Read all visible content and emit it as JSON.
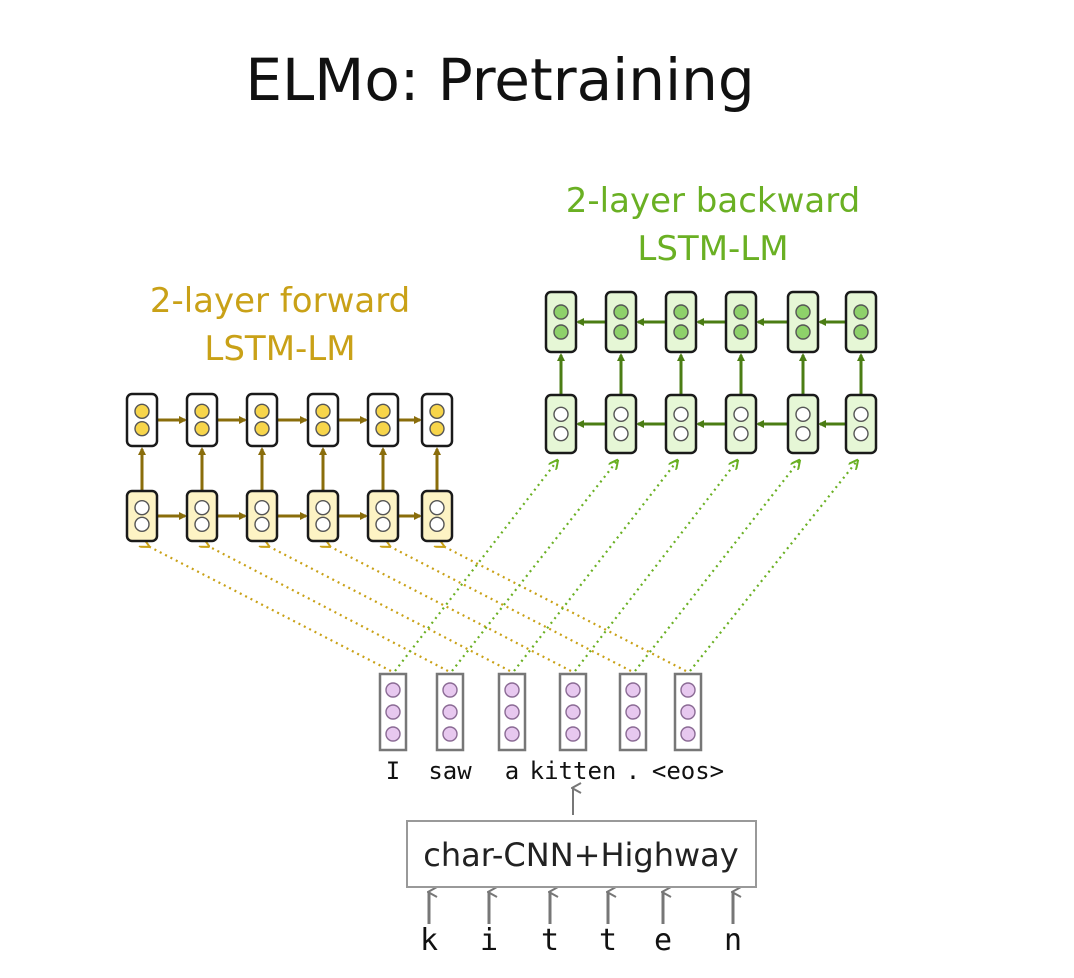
{
  "title": "ELMo: Pretraining",
  "forward": {
    "label_line1": "2-layer forward",
    "label_line2": "LSTM-LM",
    "color": "#c9a117",
    "arrow_color": "#8a6d0b",
    "fill_top": "#f7d54a",
    "fill_box_bottom": "#fdf3c4"
  },
  "backward": {
    "label_line1": "2-layer backward",
    "label_line2": "LSTM-LM",
    "color": "#6ab023",
    "arrow_color": "#4b7d14",
    "fill_top": "#8ed16a",
    "fill_box": "#e6f7d6"
  },
  "embedding_color": "#e7c8ef",
  "tokens": [
    "I",
    "saw",
    "a",
    "kitten",
    ".",
    "<eos>"
  ],
  "char_encoder": {
    "label": "char-CNN+Highway",
    "chars": [
      "k",
      "i",
      "t",
      "t",
      "e",
      "n"
    ]
  }
}
